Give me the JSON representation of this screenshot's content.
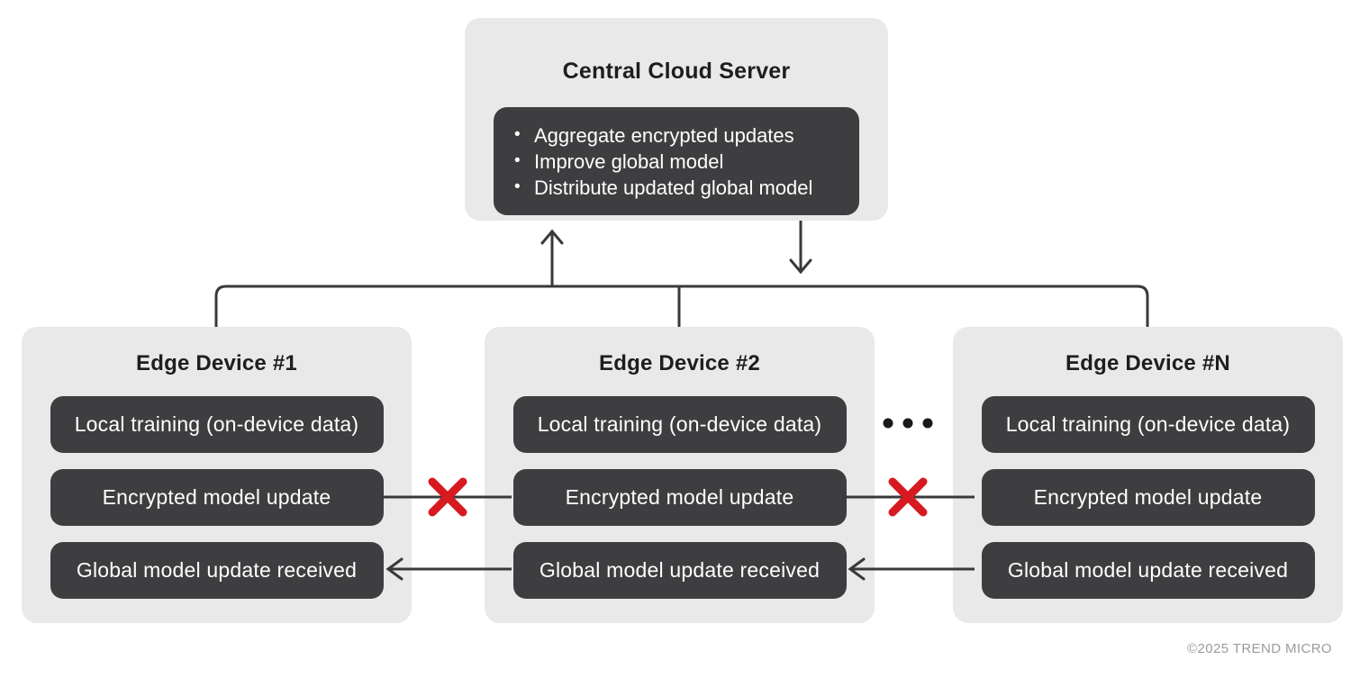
{
  "colors": {
    "background": "#ffffff",
    "panel_bg": "#e9e9ea",
    "pill_bg": "#3e3e40",
    "connector": "#39393b",
    "x_mark": "#d71920",
    "title_text": "#1e1e1e",
    "pill_text": "#ffffff",
    "copyright_text": "#9b9ba0",
    "dots": "#1a1a1a"
  },
  "cloud_server": {
    "title": "Central Cloud Server",
    "bullets": [
      "Aggregate encrypted updates",
      "Improve global model",
      "Distribute updated global model"
    ]
  },
  "edge_devices": [
    {
      "title": "Edge Device #1",
      "steps": [
        "Local training (on-device data)",
        "Encrypted model update",
        "Global model update received"
      ]
    },
    {
      "title": "Edge Device #2",
      "steps": [
        "Local training (on-device data)",
        "Encrypted model update",
        "Global model update received"
      ]
    },
    {
      "title": "Edge Device #N",
      "steps": [
        "Local training (on-device data)",
        "Encrypted model update",
        "Global model update received"
      ]
    }
  ],
  "copyright": "©2025 TREND MICRO"
}
